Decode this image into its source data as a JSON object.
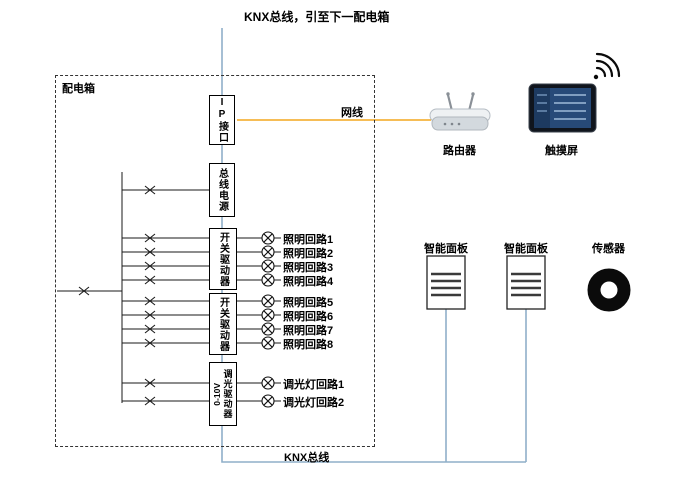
{
  "labels": {
    "top_note": "KNX总线，引至下一配电箱",
    "enclosure": "配电箱",
    "network_cable": "网线",
    "router": "路由器",
    "touchscreen": "触摸屏",
    "smart_panel_1": "智能面板",
    "smart_panel_2": "智能面板",
    "sensor": "传感器",
    "knx_bus_bottom": "KNX总线"
  },
  "components": {
    "ip_interface": "IP接口",
    "bus_power": "总线电源",
    "switch_driver_1": "开关驱动器",
    "switch_driver_2": "开关驱动器",
    "dim_driver": "调光驱动器",
    "dim_driver_range": "0-10V"
  },
  "circuits": {
    "sw1": [
      "照明回路1",
      "照明回路2",
      "照明回路3",
      "照明回路4"
    ],
    "sw2": [
      "照明回路5",
      "照明回路6",
      "照明回路7",
      "照明回路8"
    ],
    "dim": [
      "调光灯回路1",
      "调光灯回路2"
    ]
  },
  "colors": {
    "knx_bus_line": "#8fafc9",
    "network_cable_line": "#f3a71f",
    "power_line": "#1a1a1a"
  }
}
